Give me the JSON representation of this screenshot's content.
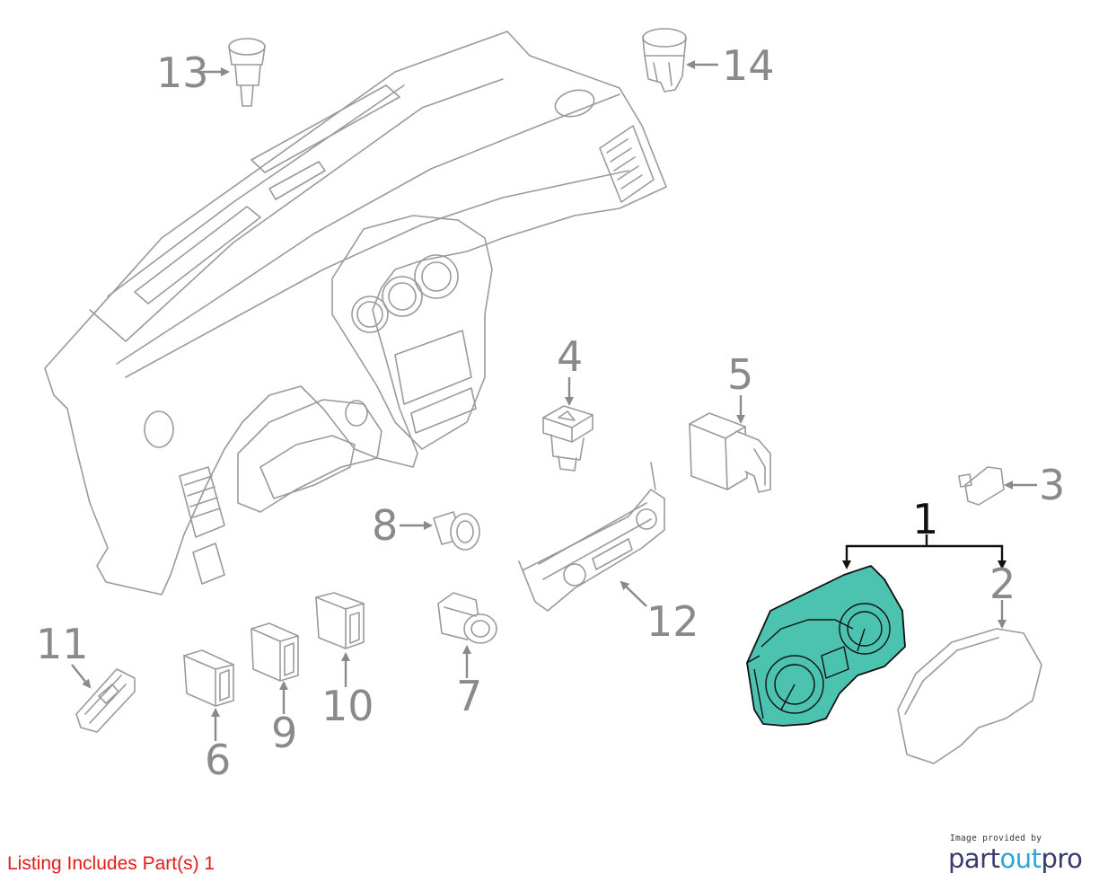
{
  "diagram": {
    "callouts": [
      {
        "id": "1",
        "label": "1",
        "highlighted": true
      },
      {
        "id": "2",
        "label": "2",
        "highlighted": false
      },
      {
        "id": "3",
        "label": "3",
        "highlighted": false
      },
      {
        "id": "4",
        "label": "4",
        "highlighted": false
      },
      {
        "id": "5",
        "label": "5",
        "highlighted": false
      },
      {
        "id": "6",
        "label": "6",
        "highlighted": false
      },
      {
        "id": "7",
        "label": "7",
        "highlighted": false
      },
      {
        "id": "8",
        "label": "8",
        "highlighted": false
      },
      {
        "id": "9",
        "label": "9",
        "highlighted": false
      },
      {
        "id": "10",
        "label": "10",
        "highlighted": false
      },
      {
        "id": "11",
        "label": "11",
        "highlighted": false
      },
      {
        "id": "12",
        "label": "12",
        "highlighted": false
      },
      {
        "id": "13",
        "label": "13",
        "highlighted": false
      },
      {
        "id": "14",
        "label": "14",
        "highlighted": false
      }
    ],
    "highlight_color": "#4cc3b1",
    "line_color": "#9a9a9a"
  },
  "listing_note": "Listing Includes Part(s) 1",
  "credit": {
    "caption": "Image provided by",
    "logo_part": "part",
    "logo_out": "out",
    "logo_pro": "pro",
    "logo_colors": {
      "part": "#3b3b6d",
      "out": "#2aa7d8",
      "pro": "#3b3b6d"
    }
  }
}
